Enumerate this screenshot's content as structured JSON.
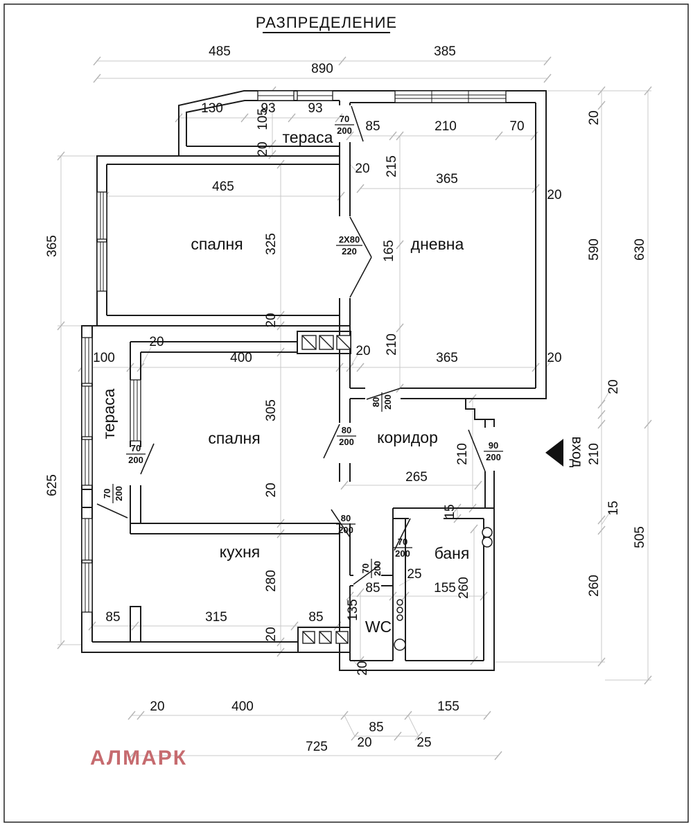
{
  "title": "РАЗПРЕДЕЛЕНИЕ",
  "logo": "АЛМАРК",
  "colors": {
    "logo": "#c66b6f",
    "walls": "#1c1c1c",
    "dimlines": "#c9c9c9"
  },
  "rooms": {
    "terrace_top": "тераса",
    "bedroom1": "спалня",
    "living": "дневна",
    "terrace_left": "тераса",
    "bedroom2": "спалня",
    "corridor": "коридор",
    "kitchen": "кухня",
    "bath": "баня",
    "wc": "WC",
    "entrance": "вход"
  },
  "dims": [
    "485",
    "385",
    "890",
    "130",
    "93",
    "93",
    "105",
    "20",
    "85",
    "210",
    "70",
    "20",
    "215",
    "20",
    "465",
    "365",
    "20",
    "325",
    "165",
    "590",
    "630",
    "365",
    "20",
    "210",
    "20",
    "365",
    "20",
    "100",
    "20",
    "400",
    "305",
    "625",
    "20",
    "265",
    "210",
    "15",
    "20",
    "210",
    "15",
    "505",
    "260",
    "280",
    "85",
    "315",
    "85",
    "20",
    "135",
    "25",
    "85",
    "155",
    "260",
    "20",
    "20",
    "400",
    "85",
    "20",
    "25",
    "155",
    "725"
  ],
  "doors": [
    {
      "n": "70",
      "d": "200"
    },
    {
      "n": "2X80",
      "d": "220"
    },
    {
      "n": "80",
      "d": "200"
    },
    {
      "n": "80",
      "d": "200"
    },
    {
      "n": "90",
      "d": "200"
    },
    {
      "n": "80",
      "d": "200"
    },
    {
      "n": "70",
      "d": "200"
    },
    {
      "n": "70",
      "d": "200"
    },
    {
      "n": "70",
      "d": "200"
    },
    {
      "n": "70",
      "d": "200"
    }
  ]
}
